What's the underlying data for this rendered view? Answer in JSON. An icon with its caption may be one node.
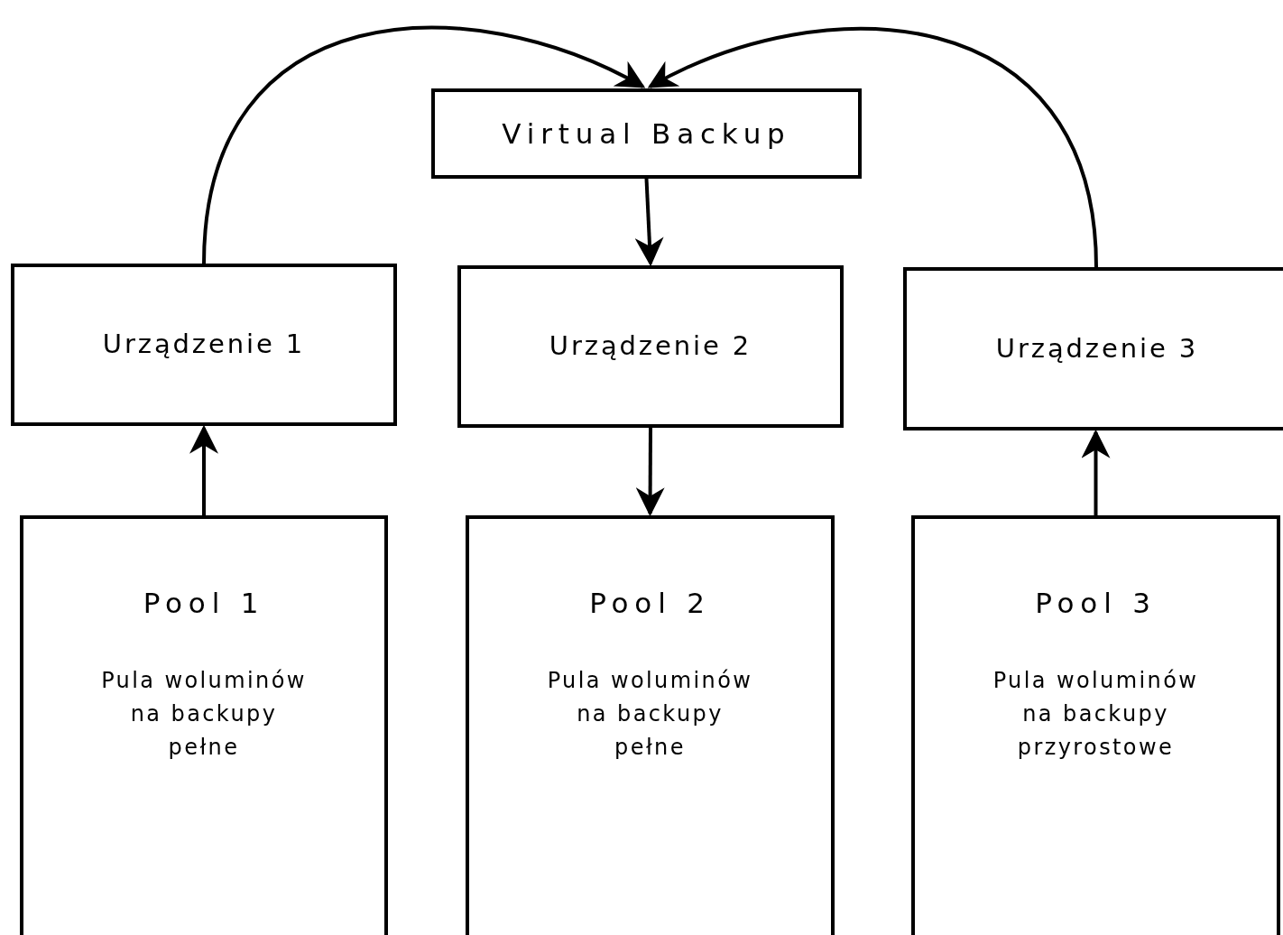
{
  "diagram": {
    "nodes": [
      {
        "text": [
          "Virtual Backup"
        ]
      },
      {
        "text": [
          "Urządzenie 1"
        ]
      },
      {
        "text": [
          "Urządzenie 2"
        ]
      },
      {
        "text": [
          "Urządzenie 3"
        ]
      },
      {
        "text": [
          "Pool 1",
          "Pula woluminów na backupy pełne"
        ]
      },
      {
        "text": [
          "Pool 2",
          "Pula woluminów na backupy pełne"
        ]
      },
      {
        "text": [
          "Pool 3",
          "Pula woluminów na backupy przyrostowe"
        ]
      }
    ],
    "edges": [
      {
        "from": 1,
        "to": 0,
        "arrow": "to"
      },
      {
        "from": 3,
        "to": 0,
        "arrow": "to"
      },
      {
        "from": 0,
        "to": 2,
        "arrow": "to"
      },
      {
        "from": 2,
        "to": 5,
        "arrow": "to"
      },
      {
        "from": 4,
        "to": 1,
        "arrow": "to"
      },
      {
        "from": 6,
        "to": 3,
        "arrow": "to"
      }
    ]
  }
}
